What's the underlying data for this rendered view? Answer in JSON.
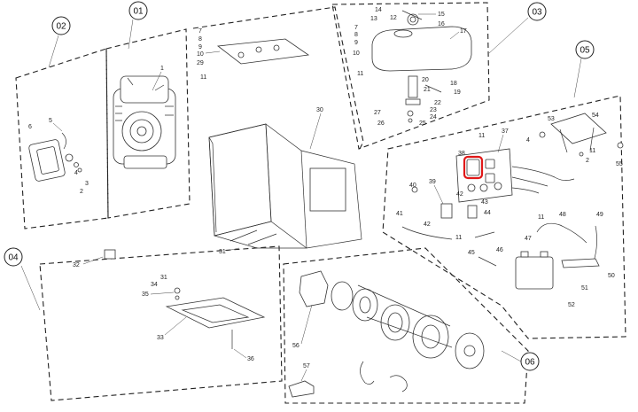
{
  "groups": [
    "01",
    "02",
    "03",
    "04",
    "05",
    "06"
  ],
  "labels": {
    "g1": [
      "1",
      "2",
      "3",
      "4",
      "5",
      "6"
    ],
    "g3": [
      "14",
      "12",
      "13",
      "15",
      "16",
      "7",
      "8",
      "9",
      "10",
      "17",
      "11",
      "20",
      "21",
      "18",
      "19",
      "22",
      "23",
      "24",
      "25",
      "26",
      "27"
    ],
    "frame": [
      "7",
      "8",
      "9",
      "10",
      "29",
      "11",
      "30",
      "31"
    ],
    "g5": [
      "53",
      "54",
      "4",
      "11",
      "2",
      "55",
      "38",
      "37",
      "11",
      "40",
      "39",
      "42",
      "43",
      "44",
      "42",
      "45",
      "11",
      "41",
      "11",
      "48",
      "49",
      "46",
      "47",
      "50",
      "51",
      "52"
    ],
    "g4": [
      "32",
      "31",
      "34",
      "35",
      "33",
      "36"
    ],
    "g6": [
      "56",
      "57"
    ]
  },
  "highlight": {
    "color": "#e01818"
  }
}
